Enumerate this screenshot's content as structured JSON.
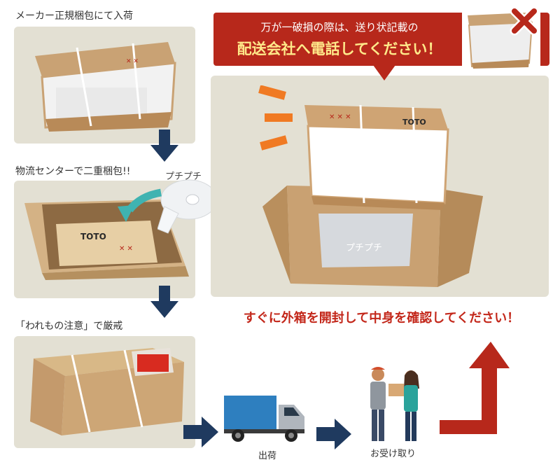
{
  "steps": [
    {
      "label": "メーカー正規梱包にて入荷"
    },
    {
      "label": "物流センターで二重梱包!!"
    },
    {
      "label": "「われもの注意」で厳戒"
    }
  ],
  "annotations": {
    "bubble_wrap_1": "プチプチ",
    "bubble_wrap_2": "プチプチ",
    "box_brand_1": "TOTO",
    "box_brand_2": "TOTO",
    "shipping": "出荷",
    "delivery": "お受け取り"
  },
  "callout": {
    "line1": "万が一破損の際は、送り状記載の",
    "line2": "配送会社へ電話してください！"
  },
  "bottom_message": "すぐに外箱を開封して中身を確認してください！",
  "colors": {
    "panel": "#e3e0d3",
    "navy_arrow": "#1f3a5f",
    "red": "#b7281b",
    "cardboard": "#c49a6c"
  }
}
